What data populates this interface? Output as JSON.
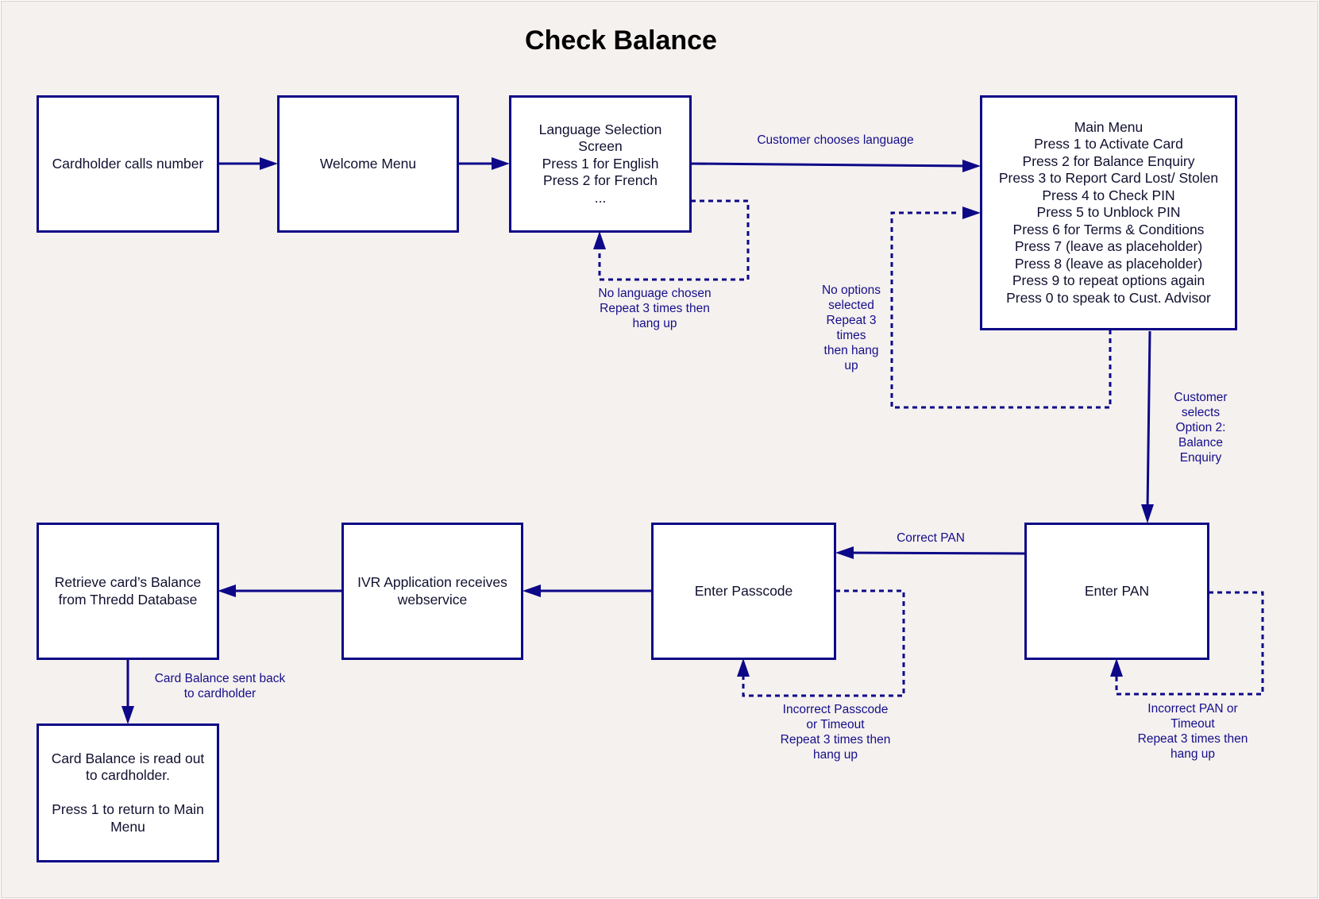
{
  "title": "Check Balance",
  "colors": {
    "line": "#0d0887",
    "label_text": "#150e8a",
    "box_fill": "#ffffff",
    "background": "#f5f1ef"
  },
  "nodes": {
    "caller": {
      "lines": [
        "Cardholder calls number"
      ]
    },
    "welcome": {
      "lines": [
        "Welcome Menu"
      ]
    },
    "language": {
      "lines": [
        "Language Selection",
        "Screen",
        "Press 1 for English",
        "Press 2 for French",
        "..."
      ]
    },
    "main_menu": {
      "lines": [
        "Main Menu",
        "Press 1 to Activate Card",
        "Press 2 for Balance Enquiry",
        "Press 3 to Report Card Lost/ Stolen",
        "Press 4 to Check PIN",
        "Press 5 to Unblock PIN",
        "Press 6 for Terms & Conditions",
        "Press 7 (leave as placeholder)",
        "Press 8 (leave as placeholder)",
        "Press 9 to repeat options again",
        "Press 0 to speak to Cust. Advisor"
      ]
    },
    "enter_pan": {
      "lines": [
        "Enter PAN"
      ]
    },
    "enter_passcode": {
      "lines": [
        "Enter Passcode"
      ]
    },
    "ivr": {
      "lines": [
        "IVR Application receives",
        "webservice"
      ]
    },
    "retrieve": {
      "lines": [
        "Retrieve card’s Balance",
        "from Thredd Database"
      ]
    },
    "read_out": {
      "lines": [
        "Card Balance is read out",
        "to cardholder.",
        "",
        "Press 1 to return to Main",
        "Menu"
      ]
    }
  },
  "edge_labels": {
    "choose_language": {
      "lines": [
        "Customer chooses language"
      ]
    },
    "no_language": {
      "lines": [
        "No language chosen",
        "Repeat 3 times then",
        "hang up"
      ]
    },
    "no_options": {
      "lines": [
        "No options",
        "selected",
        "Repeat 3",
        "times",
        "then hang",
        "up"
      ]
    },
    "select_option2": {
      "lines": [
        "Customer",
        "selects",
        "Option 2:",
        "Balance",
        "Enquiry"
      ]
    },
    "correct_pan": {
      "lines": [
        "Correct PAN"
      ]
    },
    "incorrect_pan": {
      "lines": [
        "Incorrect PAN or",
        "Timeout",
        "Repeat 3 times then",
        "hang up"
      ]
    },
    "incorrect_passcode": {
      "lines": [
        "Incorrect Passcode",
        "or Timeout",
        "Repeat 3 times then",
        "hang up"
      ]
    },
    "balance_sent": {
      "lines": [
        "Card Balance sent back",
        "to cardholder"
      ]
    }
  }
}
